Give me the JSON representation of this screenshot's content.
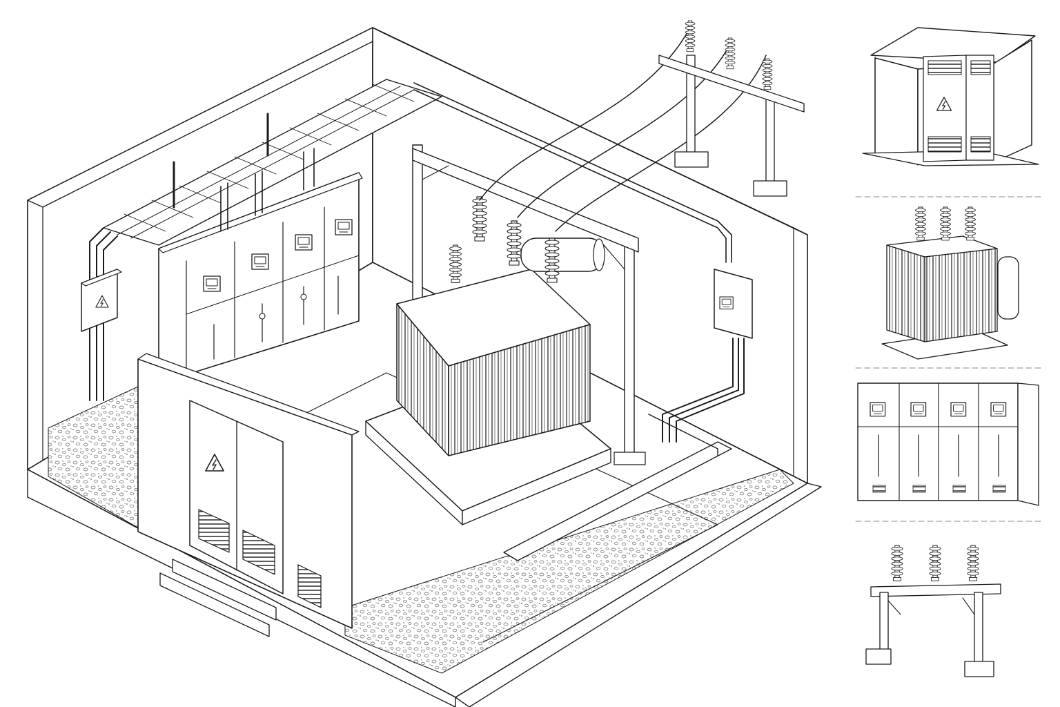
{
  "figure": {
    "style": "isometric line drawing",
    "ink_color": "#1a1a1a",
    "background": "#ffffff",
    "gravel_color": "#9a9a9a",
    "warning_symbol": "high-voltage-icon"
  },
  "main_scene": {
    "subject": "substation-room-cutaway",
    "switchgear_panels": 4,
    "insulator_phases": 3,
    "warning_signs": 2
  },
  "side_panels": [
    {
      "name": "kiosk-substation",
      "icon": "high-voltage-icon"
    },
    {
      "name": "oil-transformer",
      "bushings": 3
    },
    {
      "name": "switchgear-lineup",
      "bays": 4
    },
    {
      "name": "pole-disconnect-switch",
      "phases": 3
    }
  ]
}
